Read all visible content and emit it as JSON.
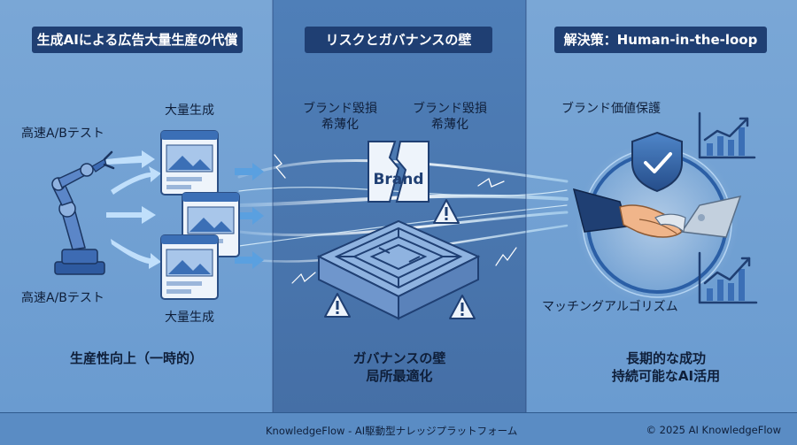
{
  "panels": {
    "left": {
      "header": "生成AIによる広告大量生産の代償",
      "label_ab_top": "高速A/Bテスト",
      "label_ab_bottom": "高速A/Bテスト",
      "label_mass_top": "大量生成",
      "label_mass_bottom": "大量生成",
      "bottom": "生産性向上（一時的）"
    },
    "middle": {
      "header": "リスクとガバナンスの壁",
      "label_damage_left_1": "ブランド毀損",
      "label_damage_left_2": "希薄化",
      "label_damage_right_1": "ブランド毀損",
      "label_damage_right_2": "希薄化",
      "brand_text": "Brand",
      "bottom_1": "ガバナンスの壁",
      "bottom_2": "局所最適化"
    },
    "right": {
      "header": "解決策：Human-in-the-loop",
      "label_protect": "ブランド価値保護",
      "label_matching": "マッチングアルゴリズム",
      "bottom_1": "長期的な成功",
      "bottom_2": "持続可能なAI活用"
    }
  },
  "footer": {
    "center": "KnowledgeFlow - AI駆動型ナレッジプラットフォーム",
    "right": "© 2025 AI KnowledgeFlow"
  },
  "icons": [
    "robot-arm-icon",
    "ad-card-icon",
    "broken-brand-icon",
    "maze-icon",
    "warning-icon",
    "shield-check-icon",
    "handshake-icon",
    "growth-chart-icon"
  ],
  "colors": {
    "header_bg": "#1f3f73",
    "panel_side": "#7aa7d6",
    "panel_middle": "#4f7fb8",
    "stream": "#bfe6ff",
    "accent_orange": "#f0b58a"
  }
}
